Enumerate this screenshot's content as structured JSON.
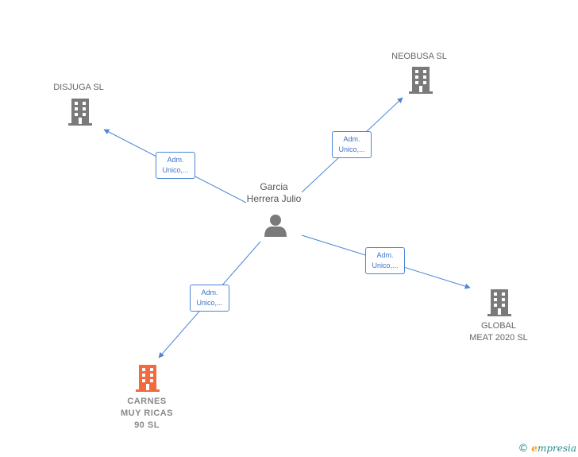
{
  "person": {
    "name_line1": "Garcia",
    "name_line2": "Herrera Julio"
  },
  "companies": {
    "disjuga": {
      "name": "DISJUGA SL"
    },
    "neobusa": {
      "name": "NEOBUSA SL"
    },
    "global": {
      "name_line1": "GLOBAL",
      "name_line2": "MEAT 2020 SL"
    },
    "carnes": {
      "name_line1": "CARNES",
      "name_line2": "MUY RICAS",
      "name_line3": "90 SL"
    }
  },
  "edges": {
    "disjuga": {
      "line1": "Adm.",
      "line2": "Unico,..."
    },
    "neobusa": {
      "line1": "Adm.",
      "line2": "Unico,..."
    },
    "global": {
      "line1": "Adm.",
      "line2": "Unico,..."
    },
    "carnes": {
      "line1": "Adm.",
      "line2": "Unico,..."
    }
  },
  "footer": {
    "copyright_symbol": "©",
    "brand_initial": "e",
    "brand_rest": "mpresia"
  },
  "colors": {
    "edge": "#4a86d6",
    "building": "#7a7a7a",
    "building_focus": "#f26a3d",
    "person": "#7a7a7a"
  }
}
